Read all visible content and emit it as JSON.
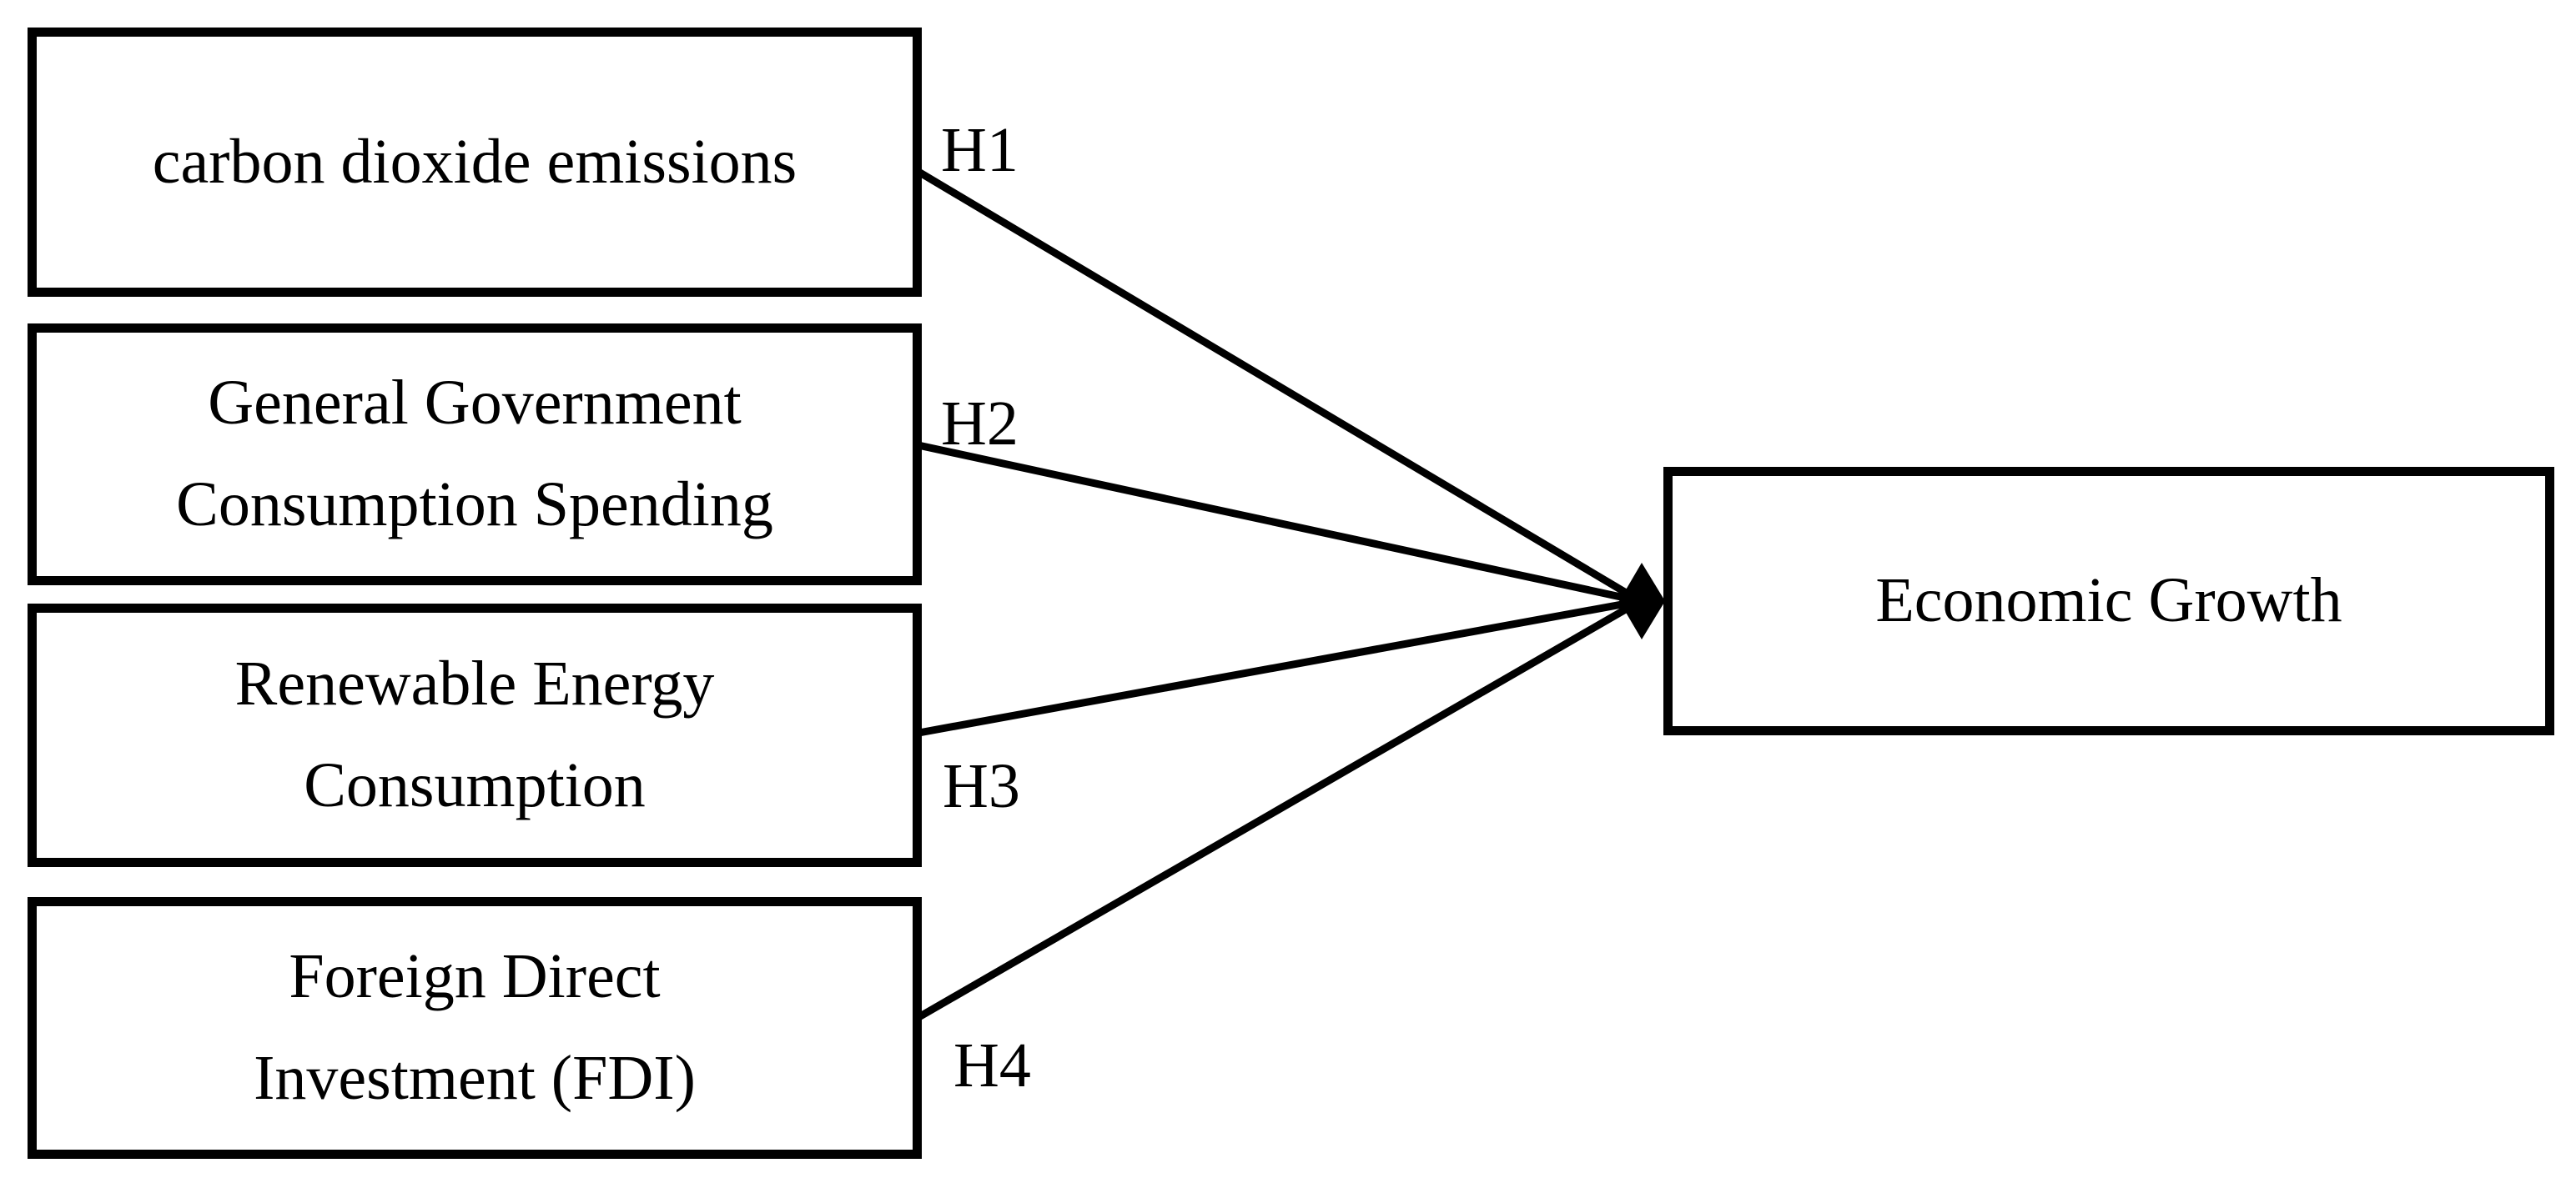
{
  "diagram": {
    "predictors": [
      {
        "hypothesis": "H1",
        "lines": [
          "carbon dioxide emissions"
        ]
      },
      {
        "hypothesis": "H2",
        "lines": [
          "General Government",
          "Consumption Spending"
        ]
      },
      {
        "hypothesis": "H3",
        "lines": [
          "Renewable Energy",
          "Consumption"
        ]
      },
      {
        "hypothesis": "H4",
        "lines": [
          "Foreign Direct",
          "Investment (FDI)"
        ]
      }
    ],
    "outcome": {
      "label": "Economic Growth"
    },
    "colors": {
      "ink": "#000000",
      "background": "#ffffff"
    }
  }
}
